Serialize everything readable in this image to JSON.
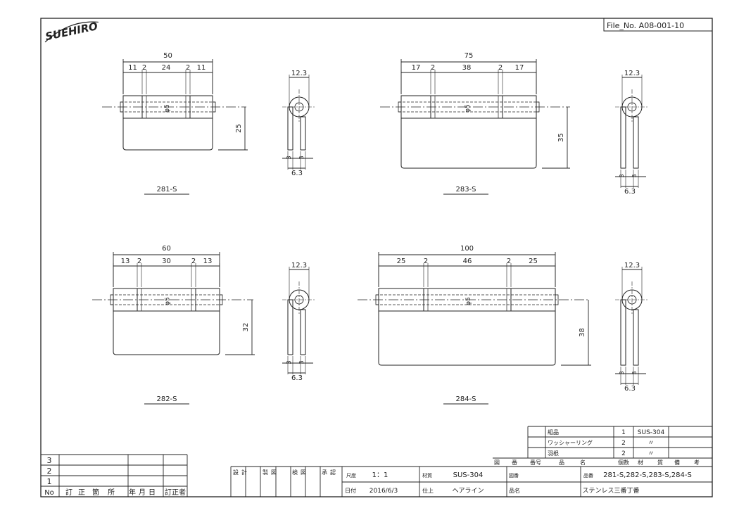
{
  "logo": "SUEHIRO",
  "file_no": "File_No.  A08-001-10",
  "hinges": [
    {
      "model": "281-S",
      "width": "50",
      "segments": [
        "11",
        "2",
        "24",
        "2",
        "11"
      ],
      "height": "25",
      "pin": "φ5",
      "side": {
        "dia": "12.3",
        "leaf_a": "3",
        "leaf_b": "3",
        "total": "6.3"
      }
    },
    {
      "model": "283-S",
      "width": "75",
      "segments": [
        "17",
        "2",
        "38",
        "2",
        "17"
      ],
      "height": "35",
      "pin": "φ5",
      "side": {
        "dia": "12.3",
        "leaf_a": "3",
        "leaf_b": "3",
        "total": "6.3"
      }
    },
    {
      "model": "282-S",
      "width": "60",
      "segments": [
        "13",
        "2",
        "30",
        "2",
        "13"
      ],
      "height": "32",
      "pin": "φ5",
      "side": {
        "dia": "12.3",
        "leaf_a": "3",
        "leaf_b": "3",
        "total": "6.3"
      }
    },
    {
      "model": "284-S",
      "width": "100",
      "segments": [
        "25",
        "2",
        "46",
        "2",
        "25"
      ],
      "height": "38",
      "pin": "φ5",
      "side": {
        "dia": "12.3",
        "leaf_a": "3",
        "leaf_b": "3",
        "total": "6.3"
      }
    }
  ],
  "parts_list": {
    "rows": [
      {
        "name": "組品",
        "qty": "1",
        "material": "SUS-304",
        "note": ""
      },
      {
        "name": "ワッシャーリング",
        "qty": "2",
        "material": "〃",
        "note": ""
      },
      {
        "name": "羽根",
        "qty": "2",
        "material": "〃",
        "note": ""
      }
    ],
    "headers": [
      "図",
      "番",
      "番号",
      "品",
      "名",
      "個数",
      "材",
      "質",
      "備",
      "考"
    ]
  },
  "revisions": {
    "rows": [
      "3",
      "2",
      "1"
    ],
    "headers": [
      "No",
      "訂",
      "正",
      "箇",
      "所",
      "年",
      "月",
      "日",
      "訂正者"
    ]
  },
  "title_block": {
    "sign_labels": [
      "設",
      "計",
      "製",
      "図",
      "検",
      "図",
      "承",
      "認"
    ],
    "scale_label": "尺度",
    "scale": "1：1",
    "material_label": "材質",
    "material": "SUS-304",
    "drawing_no_label": "図番",
    "drawing_no": "",
    "part_no_label": "品番",
    "part_no": "281-S,282-S,283-S,284-S",
    "date_label": "日付",
    "date": "2016/6/3",
    "finish_label": "仕上",
    "finish": "ヘアライン",
    "name_label": "品名",
    "name": "ステンレス三番丁番"
  }
}
